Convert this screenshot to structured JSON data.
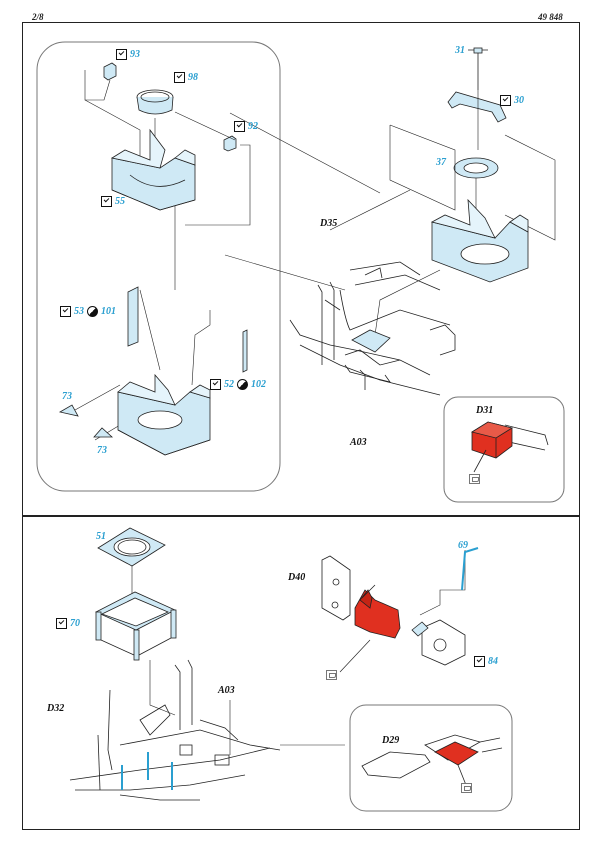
{
  "header": {
    "page": "2/8",
    "product": "49 848"
  },
  "callouts": {
    "p93": "93",
    "p98": "98",
    "p92": "92",
    "p55": "55",
    "p53": "53",
    "p101": "101",
    "p52": "52",
    "p102": "102",
    "p73a": "73",
    "p73b": "73",
    "p31": "31",
    "p30": "30",
    "p37": "37",
    "d35": "D35",
    "a03_top": "A03",
    "d31": "D31",
    "p51": "51",
    "p70": "70",
    "p69": "69",
    "d40": "D40",
    "p84": "84",
    "d32": "D32",
    "a03_bottom": "A03",
    "d29": "D29"
  },
  "colors": {
    "part_blue": "#2a9fd0",
    "fill_blue": "#cfe9f5",
    "red_part": "#e03020",
    "line": "#222222"
  },
  "icons": [
    "fold-check-icon",
    "paint-icon",
    "glue-icon"
  ]
}
